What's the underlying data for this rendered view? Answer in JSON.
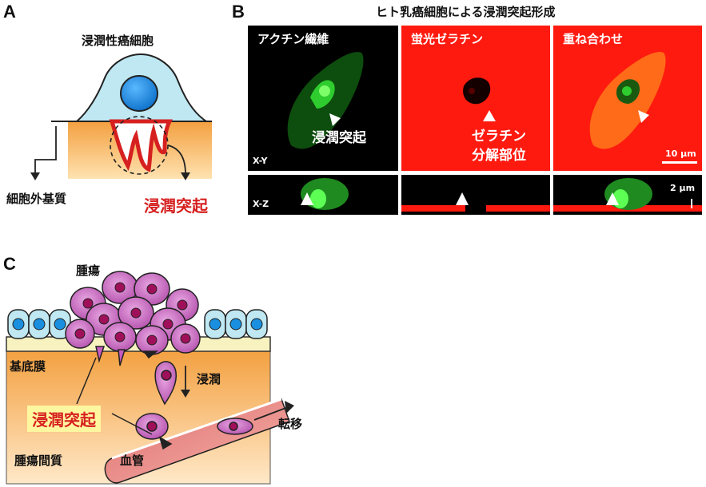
{
  "panels": {
    "a_letter": "A",
    "b_letter": "B",
    "c_letter": "C"
  },
  "panel_a": {
    "title": "浸潤性癌細胞",
    "ecm_label": "細胞外基質",
    "invadopodia_label": "浸潤突起"
  },
  "panel_b": {
    "heading": "ヒト乳癌細胞による浸潤突起形成",
    "tiles": [
      {
        "title": "アクチン繊維"
      },
      {
        "title": "蛍光ゼラチン"
      },
      {
        "title": "重ね合わせ"
      }
    ],
    "annot_invadopodia": "浸潤突起",
    "annot_degradation_line1": "ゼラチン",
    "annot_degradation_line2": "分解部位",
    "xy_label": "X-Y",
    "xz_label": "X-Z",
    "scale_xy": "10 μm",
    "scale_xz": "2 μm"
  },
  "panel_c": {
    "tumor": "腫瘍",
    "basement_membrane": "基底膜",
    "invasion": "浸潤",
    "invadopodia": "浸潤突起",
    "metastasis": "転移",
    "stroma": "腫瘍間質",
    "vessel": "血管"
  },
  "colors": {
    "red_text": "#d62020",
    "cell_blue": "#bfe8f2",
    "nucleus_blue": "#1a8fe0",
    "ecm_orange": "#f6b46a",
    "tumor_magenta": "#c85bc0",
    "fluor_red": "#ff1a10",
    "actin_green": "#2ecc2e"
  }
}
